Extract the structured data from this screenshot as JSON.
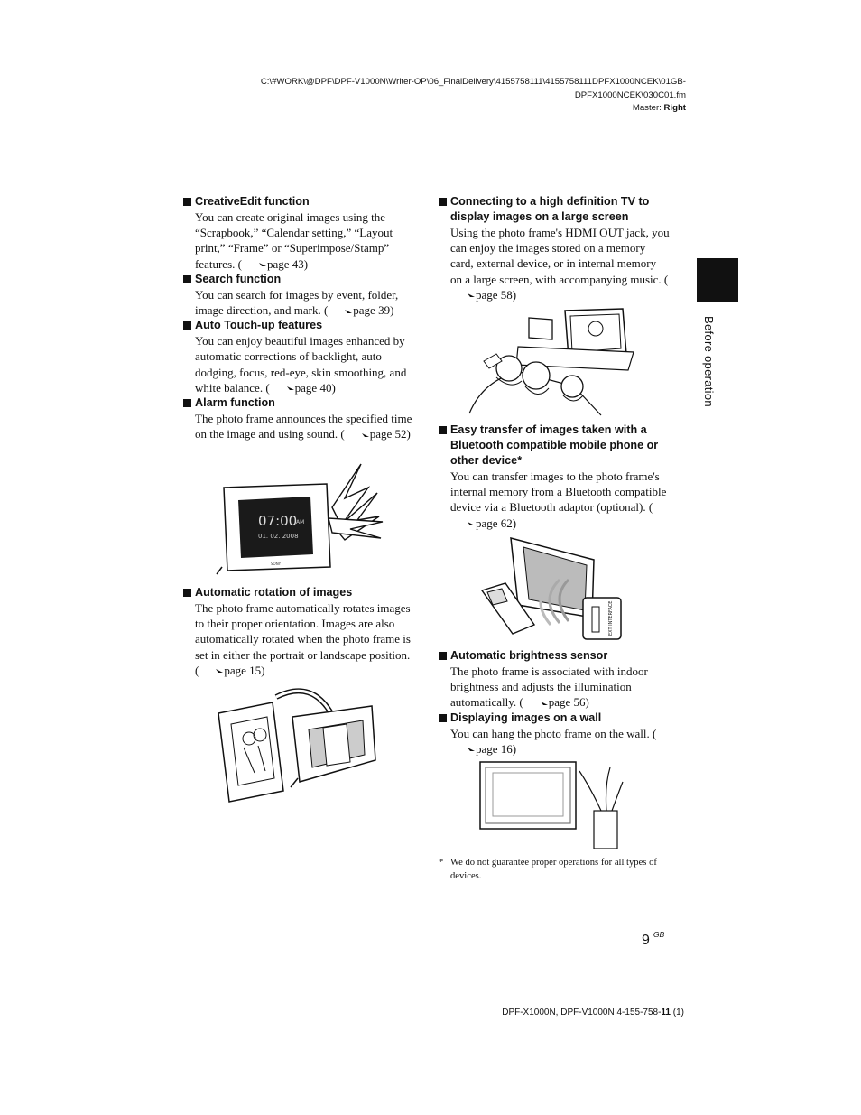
{
  "header": {
    "path_line1": "C:\\#WORK\\@DPF\\DPF-V1000N\\Writer-OP\\06_FinalDelivery\\4155758111\\4155758111DPFX1000NCEK\\01GB-",
    "path_line2": "DPFX1000NCEK\\030C01.fm",
    "master_label": "Master: ",
    "master_value": "Right"
  },
  "side_tab": {
    "label": "Before operation"
  },
  "left_column": {
    "sections": [
      {
        "title": "CreativeEdit function",
        "body": "You can create original images using the “Scrapbook,” “Calendar setting,” “Layout print,” “Frame” or “Superimpose/Stamp” features. (",
        "ref": "page 43)"
      },
      {
        "title": "Search function",
        "body": "You can search for images by event, folder, image direction, and mark. (",
        "ref": "page 39)"
      },
      {
        "title": "Auto Touch-up features",
        "body": "You can enjoy beautiful images enhanced by automatic corrections of backlight, auto dodging, focus, red-eye, skin smoothing, and white balance. (",
        "ref": "page 40)"
      },
      {
        "title": "Alarm function",
        "body": "The photo frame announces the specified time on the image and using sound. (",
        "ref": "page 52)"
      },
      {
        "title": "Automatic rotation of images",
        "body": "The photo frame automatically rotates images to their proper orientation. Images are also automatically rotated when the photo frame is set in either the portrait or landscape position. (",
        "ref": "page 15)"
      }
    ],
    "alarm_display": {
      "time": "07:00",
      "ampm": "AM",
      "date": "01. 02. 2008",
      "brand": "SONY"
    }
  },
  "right_column": {
    "sections": [
      {
        "title": "Connecting to a high definition TV to display images on a large screen",
        "body": "Using the photo frame's HDMI OUT jack, you can enjoy the images stored on a memory card, external device, or in internal memory on a large screen, with accompanying music. (",
        "ref": "page 58)"
      },
      {
        "title": "Easy transfer of images taken with a Bluetooth compatible mobile phone or other device*",
        "body": "You can transfer images to the photo frame's internal memory from a Bluetooth compatible device via a Bluetooth adaptor (optional). (",
        "ref": "page 62)"
      },
      {
        "title": "Automatic brightness sensor",
        "body": "The photo frame is associated with indoor brightness and adjusts the illumination automatically. (",
        "ref": "page 56)"
      },
      {
        "title": "Displaying images on a wall",
        "body": "You can hang the photo frame on the wall. (",
        "ref": "page 16)"
      }
    ],
    "ext_interface_label": "EXT INTERFACE",
    "footnote_mark": "*",
    "footnote": "We do not guarantee proper operations for all types of devices."
  },
  "page_number": "9",
  "page_suffix": "GB",
  "footer": {
    "models": "DPF-X1000N, DPF-V1000N 4-155-758-",
    "part_bold": "11",
    "rev": " (1)"
  }
}
